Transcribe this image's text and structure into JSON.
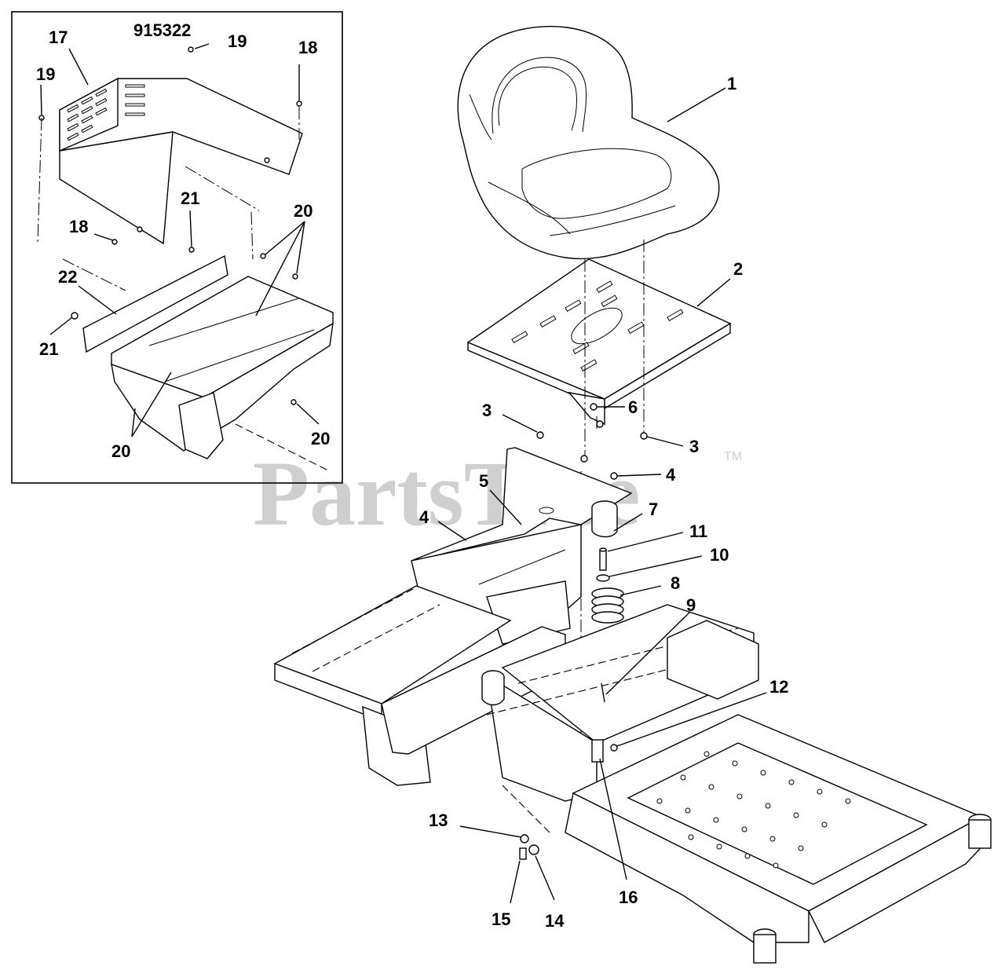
{
  "diagram": {
    "inset_code": "915322",
    "watermark": "PartsTree",
    "trademark": "TM",
    "callouts": {
      "main": [
        "1",
        "2",
        "3",
        "3",
        "4",
        "4",
        "5",
        "6",
        "7",
        "8",
        "9",
        "10",
        "11",
        "12",
        "13",
        "14",
        "15",
        "16"
      ],
      "inset": [
        "17",
        "18",
        "18",
        "19",
        "19",
        "20",
        "20",
        "20",
        "21",
        "21",
        "22"
      ]
    }
  }
}
